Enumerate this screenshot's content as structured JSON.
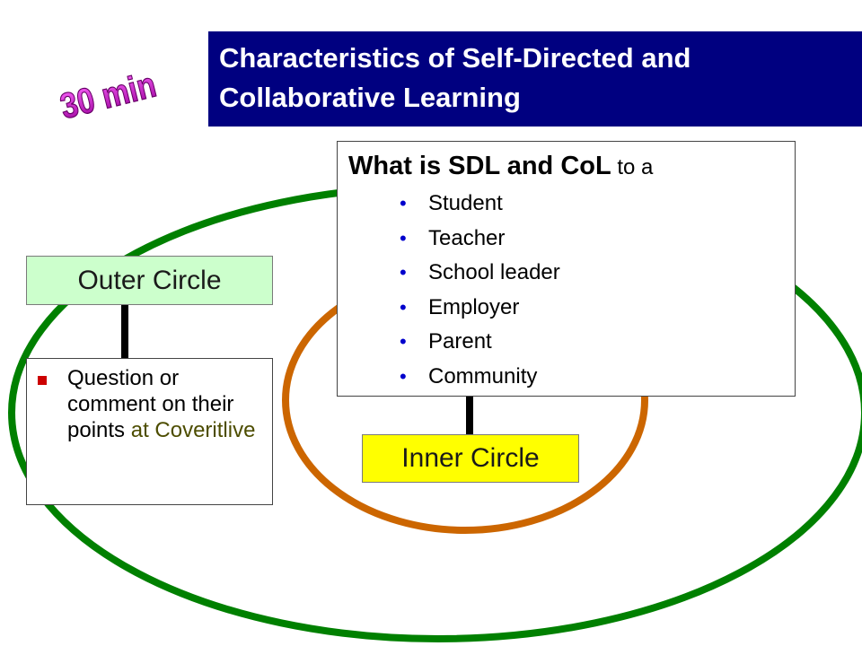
{
  "title": {
    "line1": "Characteristics of Self-Directed and",
    "line2": "Collaborative Learning"
  },
  "badge": {
    "text": "30 min"
  },
  "outer_circle": {
    "label": "Outer Circle"
  },
  "question_box": {
    "text": "Question or comment on their points",
    "at": " at ",
    "platform": "Coveritlive"
  },
  "inner_circle": {
    "label": "Inner Circle"
  },
  "sdl_box": {
    "heading_bold": "What is SDL and CoL",
    "heading_rest": " to a",
    "roles": [
      "Student",
      "Teacher",
      "School leader",
      "Employer",
      "Parent",
      "Community"
    ]
  },
  "colors": {
    "title_bg": "#000080",
    "outer_ring": "#008000",
    "inner_ring": "#cc6600",
    "outer_label_bg": "#ccffcc",
    "inner_label_bg": "#ffff00",
    "badge": "#cc00cc",
    "square_bullet": "#cc0000",
    "round_bullet": "#0000cc"
  },
  "icons": {
    "square_bullet": "square-bullet-icon",
    "round_bullet": "bullet-dot-icon"
  }
}
